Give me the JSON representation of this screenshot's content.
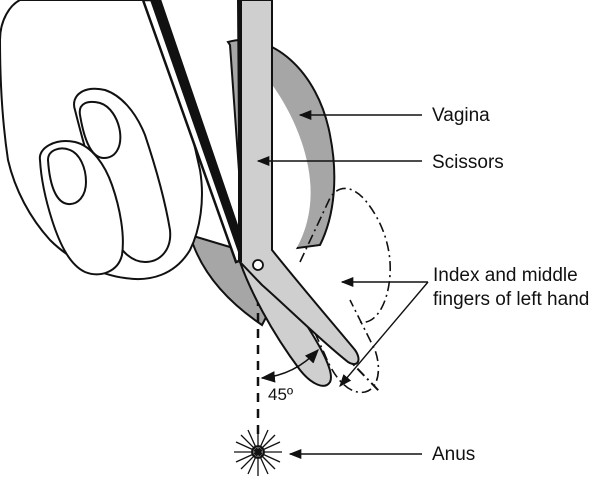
{
  "labels": {
    "vagina": "Vagina",
    "scissors": "Scissors",
    "fingers_line1": "Index and middle",
    "fingers_line2": "fingers of left hand",
    "anus": "Anus",
    "angle": "45º"
  },
  "colors": {
    "outline": "#111111",
    "tissue": "#a6a6a6",
    "blade": "#cfcfcf",
    "hand": "#ffffff"
  }
}
